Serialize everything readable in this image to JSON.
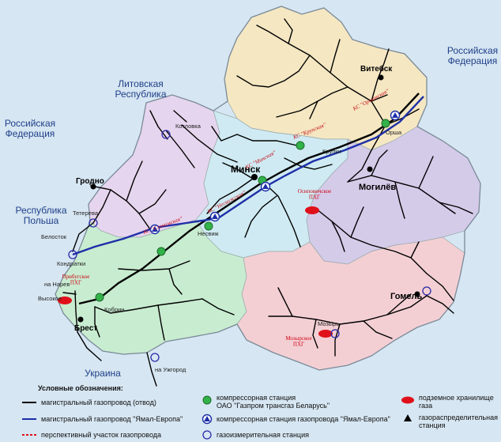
{
  "neighbors": {
    "russia_east": "Российская\nФедерация",
    "lithuania": "Литовская\nРеспублика",
    "russia_west": "Российская\nФедерация",
    "poland": "Республика\nПольша",
    "ukraine": "Украина"
  },
  "cities": {
    "minsk": "Минск",
    "vitebsk": "Витебск",
    "mogilev": "Могилёв",
    "gomel": "Гомель",
    "grodno": "Гродно",
    "brest": "Брест",
    "mozyr": "Мозырь",
    "krupki": "Крупки",
    "orsha": "Орша",
    "nesvizh": "Несвиж",
    "kobrin": "Кобрин",
    "vysokoe": "Высокое",
    "belostok": "Белосток",
    "tetereva": "Тетерева",
    "kondratki": "Кондратки",
    "kotlovka": "Котловка",
    "na_narev": "на Нарев",
    "na_uzhgorod": "на Ужгород"
  },
  "compressor_stations": {
    "orshanskaya": "КС \"Оршанская\"",
    "krupskaya": "КС \"Крупская\"",
    "minskaya": "КС \"Минская\"",
    "nesvizhskaya": "КС \"Несвижская\"",
    "slonimskaya": "КС \"Слонимская\""
  },
  "storages": {
    "osipovichskoe": "Осиповичское\nПХГ",
    "pribugskoe": "Прибугское\nПХГ",
    "mozyrskoe": "Мозырское\nПХГ"
  },
  "legend": {
    "title": "Условные обозначения:",
    "items": [
      {
        "key": "main_pipeline",
        "label": "магистральный газопровод (отвод)"
      },
      {
        "key": "yamal_pipeline",
        "label": "магистральный газопровод \"Ямал-Европа\""
      },
      {
        "key": "prospective",
        "label": "перспективный участок газопровода"
      },
      {
        "key": "cs_transgaz",
        "label": "компрессорная станция\nОАО \"Газпром трансгаз Беларусь\""
      },
      {
        "key": "cs_yamal",
        "label": "компрессорная станция газопровода \"Ямал-Европа\""
      },
      {
        "key": "metering",
        "label": "газоизмерительная станция"
      },
      {
        "key": "ugs",
        "label": "подземное хранилище\nгаза"
      },
      {
        "key": "distribution",
        "label": "газораспределительная\nстанция"
      }
    ]
  },
  "colors": {
    "sea": "#d6e6f2",
    "vitebsk_region": "#f4e7c2",
    "minsk_region": "#cfeaf2",
    "grodno_region": "#e6d5ee",
    "mogilev_region": "#d4cbe9",
    "brest_region": "#c8ecd0",
    "gomel_region": "#f3cfd4",
    "pipeline": "#000000",
    "yamal": "#1d2fa8",
    "storage": "#e0101a",
    "storage_label": "#d00010",
    "country_label": "#1f3f8a"
  }
}
